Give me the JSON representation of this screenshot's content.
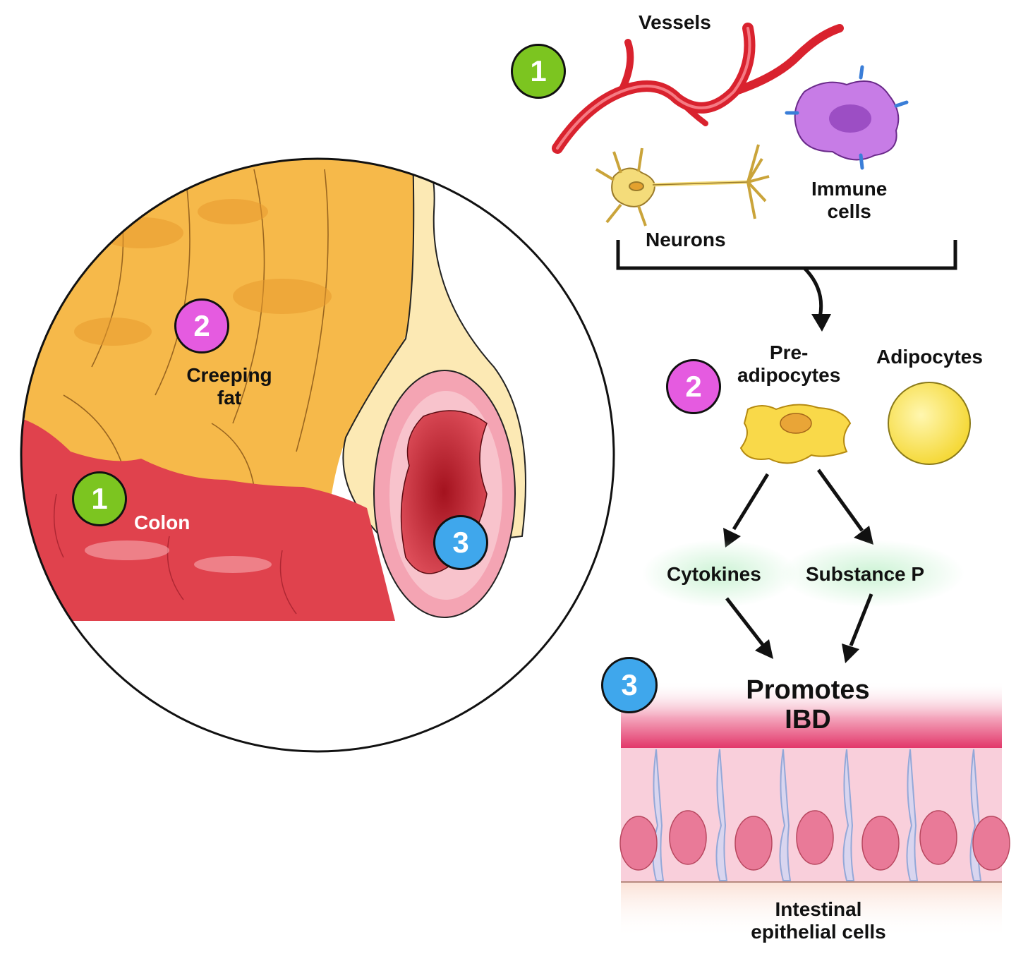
{
  "labels": {
    "vessels": "Vessels",
    "immune_line1": "Immune",
    "immune_line2": "cells",
    "neurons": "Neurons",
    "pre_line1": "Pre-",
    "pre_line2": "adipocytes",
    "adipocytes": "Adipocytes",
    "cytokines": "Cytokines",
    "substance_p": "Substance P",
    "promotes_line1": "Promotes",
    "promotes_line2": "IBD",
    "intestinal_line1": "Intestinal",
    "intestinal_line2": "epithelial cells",
    "creeping_line1": "Creeping",
    "creeping_line2": "fat",
    "colon": "Colon"
  },
  "badges": {
    "one": "1",
    "two": "2",
    "three": "3"
  },
  "colors": {
    "badge_1": "#7cc520",
    "badge_2": "#e55be0",
    "badge_3": "#3fa7ec",
    "fat": "#f6b94a",
    "colon": "#e0424d",
    "vessel": "#d9222e",
    "immune_cell": "#c77ce6",
    "neuron": "#f4dc7a",
    "adipocyte": "#f9e64a",
    "epithelium": "#f7c4d2"
  }
}
